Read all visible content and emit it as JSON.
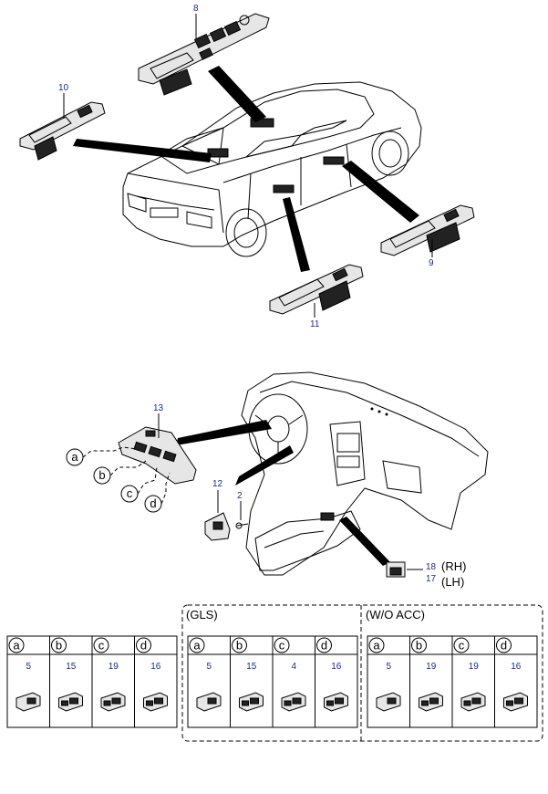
{
  "top_callouts": {
    "p8": "8",
    "p10": "10",
    "p9": "9",
    "p11": "11"
  },
  "dash_callouts": {
    "p13": "13",
    "p12": "12",
    "p2": "2",
    "p18": "18",
    "p17": "17",
    "rh": "(RH)",
    "lh": "(LH)"
  },
  "letters": [
    "a",
    "b",
    "c",
    "d"
  ],
  "table_groups": [
    {
      "header": "",
      "parts": [
        "5",
        "15",
        "19",
        "16"
      ]
    },
    {
      "header": "(GLS)",
      "parts": [
        "5",
        "15",
        "4",
        "16"
      ]
    },
    {
      "header": "(W/O ACC)",
      "parts": [
        "5",
        "19",
        "19",
        "16"
      ]
    }
  ]
}
